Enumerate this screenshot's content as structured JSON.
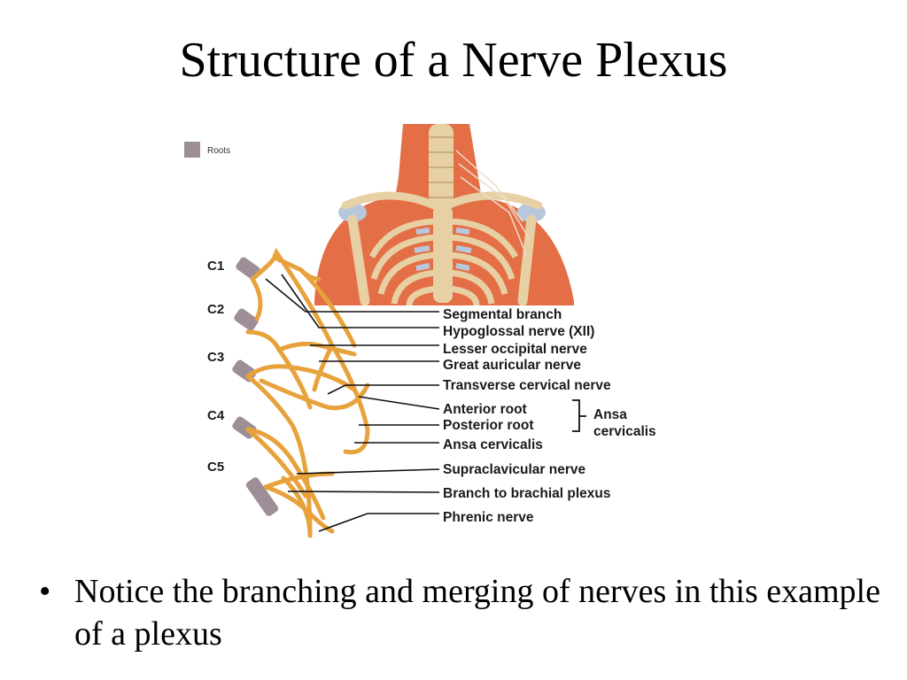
{
  "slide": {
    "title": "Structure of a Nerve Plexus",
    "bullet_symbol": "•",
    "bullets": [
      {
        "text": "Notice the branching and merging of nerves in this example of a plexus"
      }
    ]
  },
  "figure": {
    "legend_label": "Roots",
    "roots": [
      "C1",
      "C2",
      "C3",
      "C4",
      "C5"
    ],
    "nerve_labels": [
      "Segmental branch",
      "Hypoglossal nerve (XII)",
      "Lesser occipital nerve",
      "Great auricular nerve",
      "Transverse cervical nerve",
      "Anterior root",
      "Posterior root",
      "Ansa cervicalis",
      "Supraclavicular nerve",
      "Branch to brachial plexus",
      "Phrenic nerve"
    ],
    "bracket_label_line1": "Ansa",
    "bracket_label_line2": "cervicalis",
    "colors": {
      "nerve": "#e8a23c",
      "root": "#9e8e98",
      "skin": "#e46f46",
      "bone": "#e7d1a4",
      "cartilage": "#b8c8dc"
    }
  }
}
